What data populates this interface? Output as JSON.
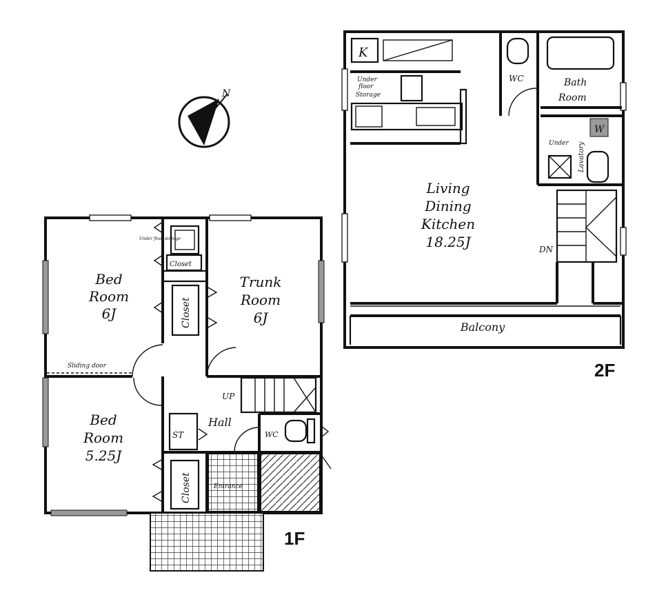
{
  "colors": {
    "line": "#111111",
    "paper": "#ffffff",
    "hatch": "#444444",
    "shade": "#9a9a9a"
  },
  "compass": {
    "north_label": "N",
    "icon": "north-arrow-icon"
  },
  "floor1": {
    "label": "1F",
    "bedroom1": {
      "line1": "Bed",
      "line2": "Room",
      "line3": "6J"
    },
    "bedroom2": {
      "line1": "Bed",
      "line2": "Room",
      "line3": "5.25J"
    },
    "trunk": {
      "line1": "Trunk",
      "line2": "Room",
      "line3": "6J"
    },
    "closet_a": "Closet",
    "closet_b": "Closet",
    "closet_small": "Closet",
    "under_floor_storage": "Under floor storage",
    "sliding_door": "Sliding door",
    "up": "UP",
    "hall": "Hall",
    "st": "ST",
    "wc": "WC",
    "entrance": "Entrance"
  },
  "floor2": {
    "label": "2F",
    "k": "K",
    "underfloor1": "Under",
    "underfloor2": "floor",
    "underfloor3": "Storage",
    "wc": "WC",
    "bath1": "Bath",
    "bath2": "Room",
    "w": "W",
    "lavatory1": "Lavatory",
    "lavatory2": "Under",
    "ldk1": "Living",
    "ldk2": "Dining",
    "ldk3": "Kitchen",
    "ldk4": "18.25J",
    "dn": "DN",
    "balcony": "Balcony"
  }
}
